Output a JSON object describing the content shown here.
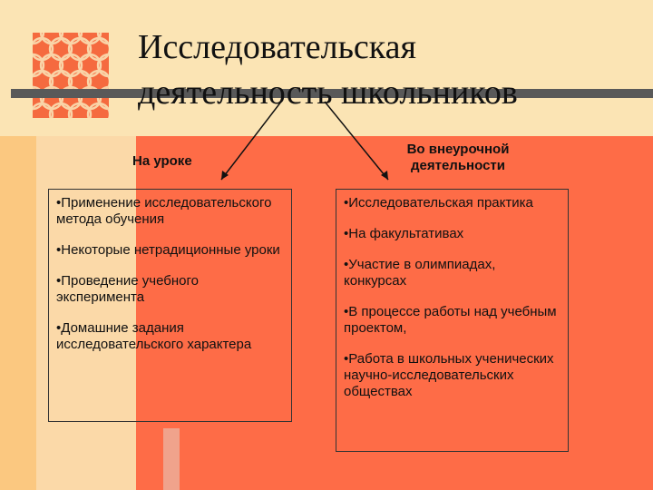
{
  "title": {
    "line1": "Исследовательская",
    "line2": "деятельность школьников"
  },
  "left": {
    "heading": "На уроке",
    "items": [
      "•Применение исследовательского метода обучения",
      "•Некоторые нетрадиционные уроки",
      "•Проведение учебного эксперимента",
      "•Домашние задания исследовательского характера"
    ]
  },
  "right": {
    "heading": "Во внеурочной деятельности",
    "items": [
      "•Исследовательская практика",
      "•На факультативах",
      "•Участие в олимпиадах, конкурсах",
      "•В процессе работы над учебным проектом,",
      "•Работа в школьных ученических научно-исследовательских обществах"
    ]
  },
  "colors": {
    "background": "#fbe4b4",
    "accent": "#fe6c47",
    "bar": "#595959"
  }
}
